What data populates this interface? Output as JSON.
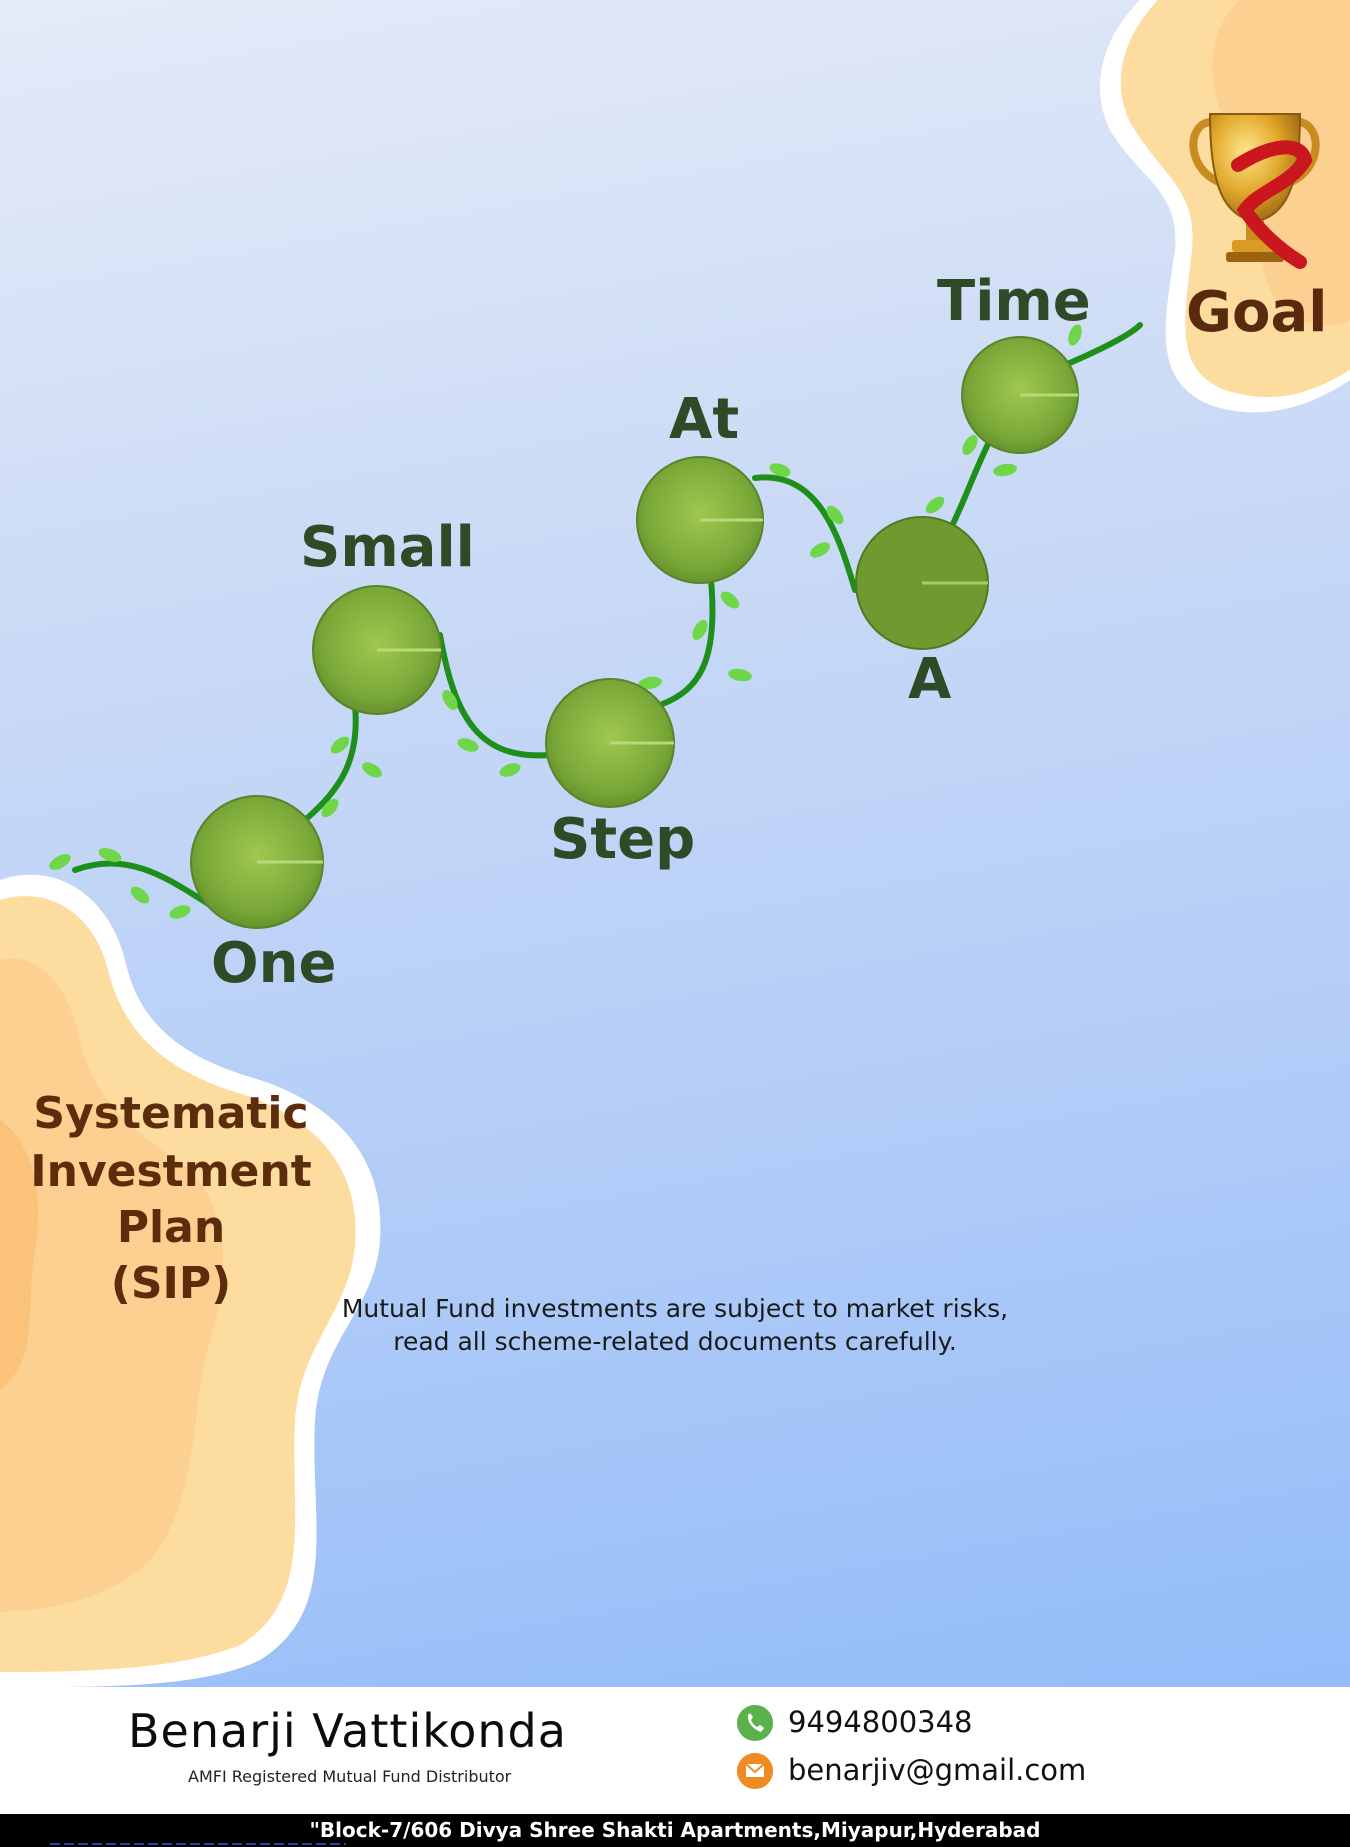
{
  "path_words": [
    "One",
    "Small",
    "Step",
    "At",
    "A",
    "Time"
  ],
  "goal_label": "Goal",
  "sip_title": [
    "Systematic",
    "Investment",
    "Plan",
    "(SIP)"
  ],
  "disclaimer": [
    "Mutual Fund investments are subject to market risks,",
    "read all scheme-related documents carefully."
  ],
  "footer": {
    "name": "Benarji Vattikonda",
    "role": "AMFI Registered Mutual Fund Distributor",
    "phone": "9494800348",
    "email": "benarjiv@gmail.com",
    "address": "\"Block-7/606 Divya Shree Shakti Apartments,Miyapur,Hyderabad"
  },
  "icons": [
    "trophy-icon",
    "lily-pad-icon",
    "phone-icon",
    "email-icon"
  ],
  "colors": {
    "sky_top": "#e4ebf8",
    "sky_bottom": "#93bcf9",
    "sand": "#fddca0",
    "sand_dark": "#fbc986",
    "leaf": "#7fae3a",
    "vine": "#1f8f1c",
    "word": "#2f4a26",
    "title_brown": "#5c2d0c"
  }
}
